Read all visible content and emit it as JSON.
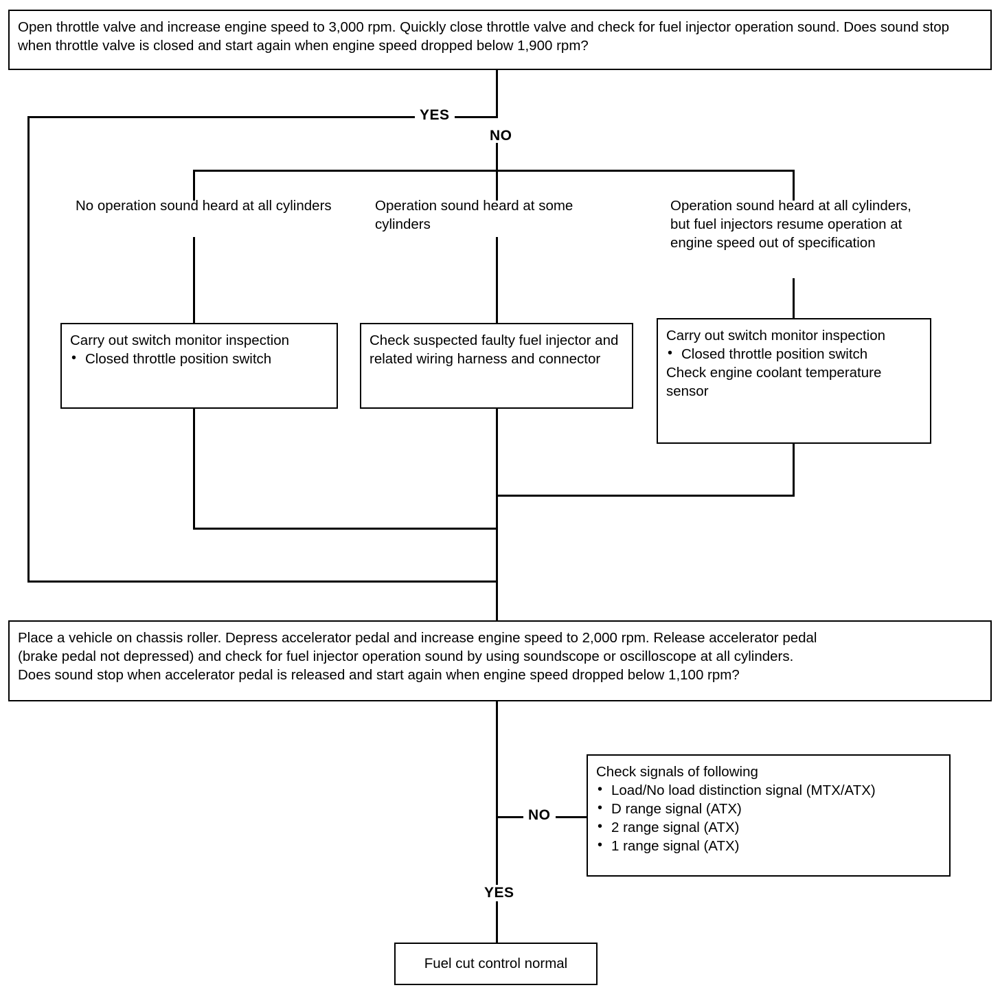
{
  "diagram": {
    "title": "Fuel cut control diagnostic flowchart",
    "colors": {
      "line": "#000000",
      "background": "#ffffff",
      "text": "#000000"
    },
    "labels": {
      "yes_top": "YES",
      "no_top": "NO",
      "no_bottom": "NO",
      "yes_bottom": "YES"
    },
    "steps": {
      "question1": "Open throttle valve and increase engine speed to 3,000 rpm. Quickly close throttle valve and check for fuel injector operation sound. Does sound stop when throttle valve is closed and start again when engine speed dropped below 1,900 rpm?",
      "question2_line1": "Place a vehicle on chassis roller. Depress accelerator pedal and increase engine speed to 2,000 rpm. Release accelerator pedal",
      "question2_line2": "(brake pedal not depressed) and check for fuel injector operation sound by using soundscope or oscilloscope at all cylinders.",
      "question2_line3": "Does sound stop when accelerator pedal is released and start again when engine speed dropped below 1,100 rpm?",
      "result": "Fuel cut control normal"
    },
    "conditions": [
      {
        "name": "no-sound",
        "text": "No operation sound heard at all cylinders"
      },
      {
        "name": "some-sound",
        "text": "Operation sound heard at some cylinders"
      },
      {
        "name": "all-sound-out-of-spec",
        "text": "Operation sound heard at all cylinders, but fuel injectors resume operation at engine speed out of specification"
      }
    ],
    "actions": {
      "left": {
        "heading": "Carry out switch monitor inspection",
        "bullets": [
          "Closed throttle position switch"
        ]
      },
      "middle": {
        "heading": "Check suspected faulty fuel injector and related wiring harness and connector"
      },
      "right": {
        "heading": "Carry out switch monitor inspection",
        "bullets": [
          "Closed throttle position switch"
        ],
        "extra": "Check engine coolant temperature sensor"
      }
    },
    "check_signals": {
      "heading": "Check signals of following",
      "bullets": [
        "Load/No load distinction signal (MTX/ATX)",
        "D range signal (ATX)",
        "2 range signal (ATX)",
        "1 range signal (ATX)"
      ]
    }
  }
}
